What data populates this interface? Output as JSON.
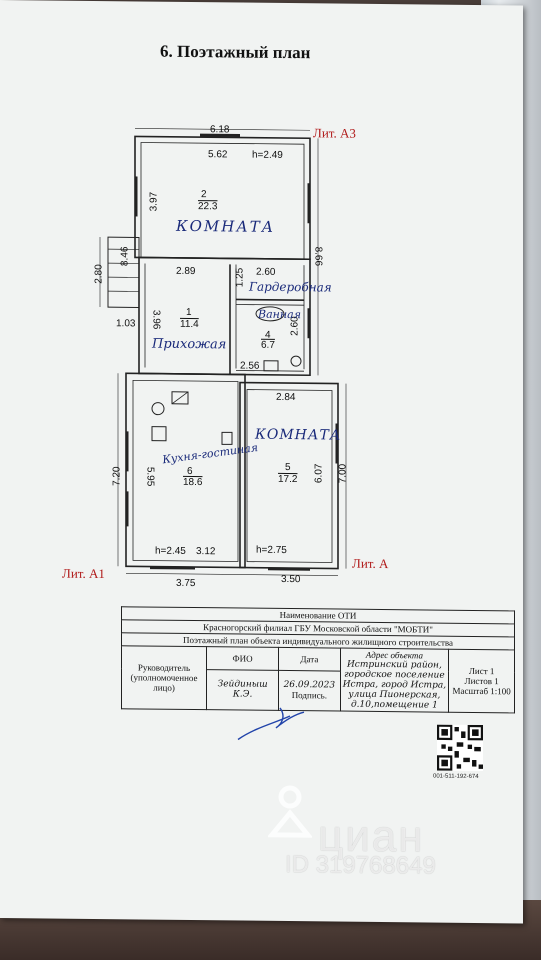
{
  "page_title": "6. Поэтажный план",
  "lit_labels": {
    "a3": "Лит. А3",
    "a1": "Лит. А1",
    "a": "Лит. А"
  },
  "dims": {
    "top_outer": "6.18",
    "top_inner": "5.62",
    "h_a3": "h=2.49",
    "left_397": "3.97",
    "left_280": "2.80",
    "left_846": "8.46",
    "d_289": "2.89",
    "d_125": "1.25",
    "d_260a": "2.60",
    "right_866": "8.66",
    "d_103": "1.03",
    "d_396": "3.96",
    "d_260b": "2.60",
    "d_256": "2.56",
    "d_284": "2.84",
    "d_720": "7.20",
    "d_595": "5.95",
    "d_607": "6.07",
    "right_700": "7.00",
    "h_a1": "h=2.45",
    "d_312": "3.12",
    "h_a": "h=2.75",
    "bottom_375": "3.75",
    "bottom_350": "3.50"
  },
  "rooms": [
    {
      "num": "2",
      "area": "22.3",
      "name": "КОМНАТА"
    },
    {
      "num": "1",
      "area": "11.4",
      "name": "Прихожая"
    },
    {
      "num": "4",
      "area": "6.7",
      "name": "Ванная"
    },
    {
      "num": "6",
      "area": "18.6",
      "name": "Кухня-гостиная"
    },
    {
      "num": "5",
      "area": "17.2",
      "name": "КОМНАТА"
    },
    {
      "num": "",
      "area": "",
      "name": "Гардеробная"
    }
  ],
  "stamp": {
    "header": "Наименование ОТИ",
    "org": "Красногорский филиал ГБУ Московской области \"МОБТИ\"",
    "doc": "Поэтажный план объекта индивидуального жилищного строительства",
    "role": "Руководитель (уполномоченное лицо)",
    "fio_label": "ФИО",
    "fio_value": "Зейдиныш К.Э.",
    "date_label": "Дата",
    "date_value": "26.09.2023",
    "sign_label": "Подпись.",
    "addr_label": "Адрес объекта",
    "addr_value": "Истринский район, городское поселение Истра, город Истра, улица Пионерская, д.10,помещение 1",
    "sheet": "Лист 1",
    "sheets": "Листов 1",
    "scale": "Масштаб 1:100"
  },
  "qr_number": "001-511-192-674",
  "watermark": {
    "brand": "циан",
    "id": "ID 319768649"
  }
}
